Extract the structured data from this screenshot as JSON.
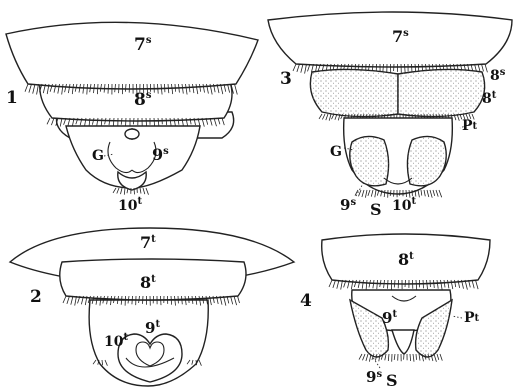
{
  "figures": [
    {
      "number": "1",
      "labels": [
        {
          "base": "7",
          "sup": "s"
        },
        {
          "base": "8",
          "sup": "s"
        },
        {
          "base": "G",
          "sup": ""
        },
        {
          "base": "9",
          "sup": "s"
        },
        {
          "base": "10",
          "sup": "t"
        }
      ]
    },
    {
      "number": "2",
      "labels": [
        {
          "base": "7",
          "sup": "t"
        },
        {
          "base": "8",
          "sup": "t"
        },
        {
          "base": "9",
          "sup": "t"
        },
        {
          "base": "10",
          "sup": "t"
        }
      ]
    },
    {
      "number": "3",
      "labels": [
        {
          "base": "7",
          "sup": "s"
        },
        {
          "base": "8",
          "sup": "s"
        },
        {
          "base": "8",
          "sup": "t"
        },
        {
          "base": "P",
          "sup": "t"
        },
        {
          "base": "G",
          "sup": ""
        },
        {
          "base": "9",
          "sup": "s"
        },
        {
          "base": "S",
          "sup": ""
        },
        {
          "base": "10",
          "sup": "t"
        }
      ]
    },
    {
      "number": "4",
      "labels": [
        {
          "base": "8",
          "sup": "t"
        },
        {
          "base": "9",
          "sup": "t"
        },
        {
          "base": "P",
          "sup": "t"
        },
        {
          "base": "9",
          "sup": "s"
        },
        {
          "base": "S",
          "sup": ""
        }
      ]
    }
  ]
}
